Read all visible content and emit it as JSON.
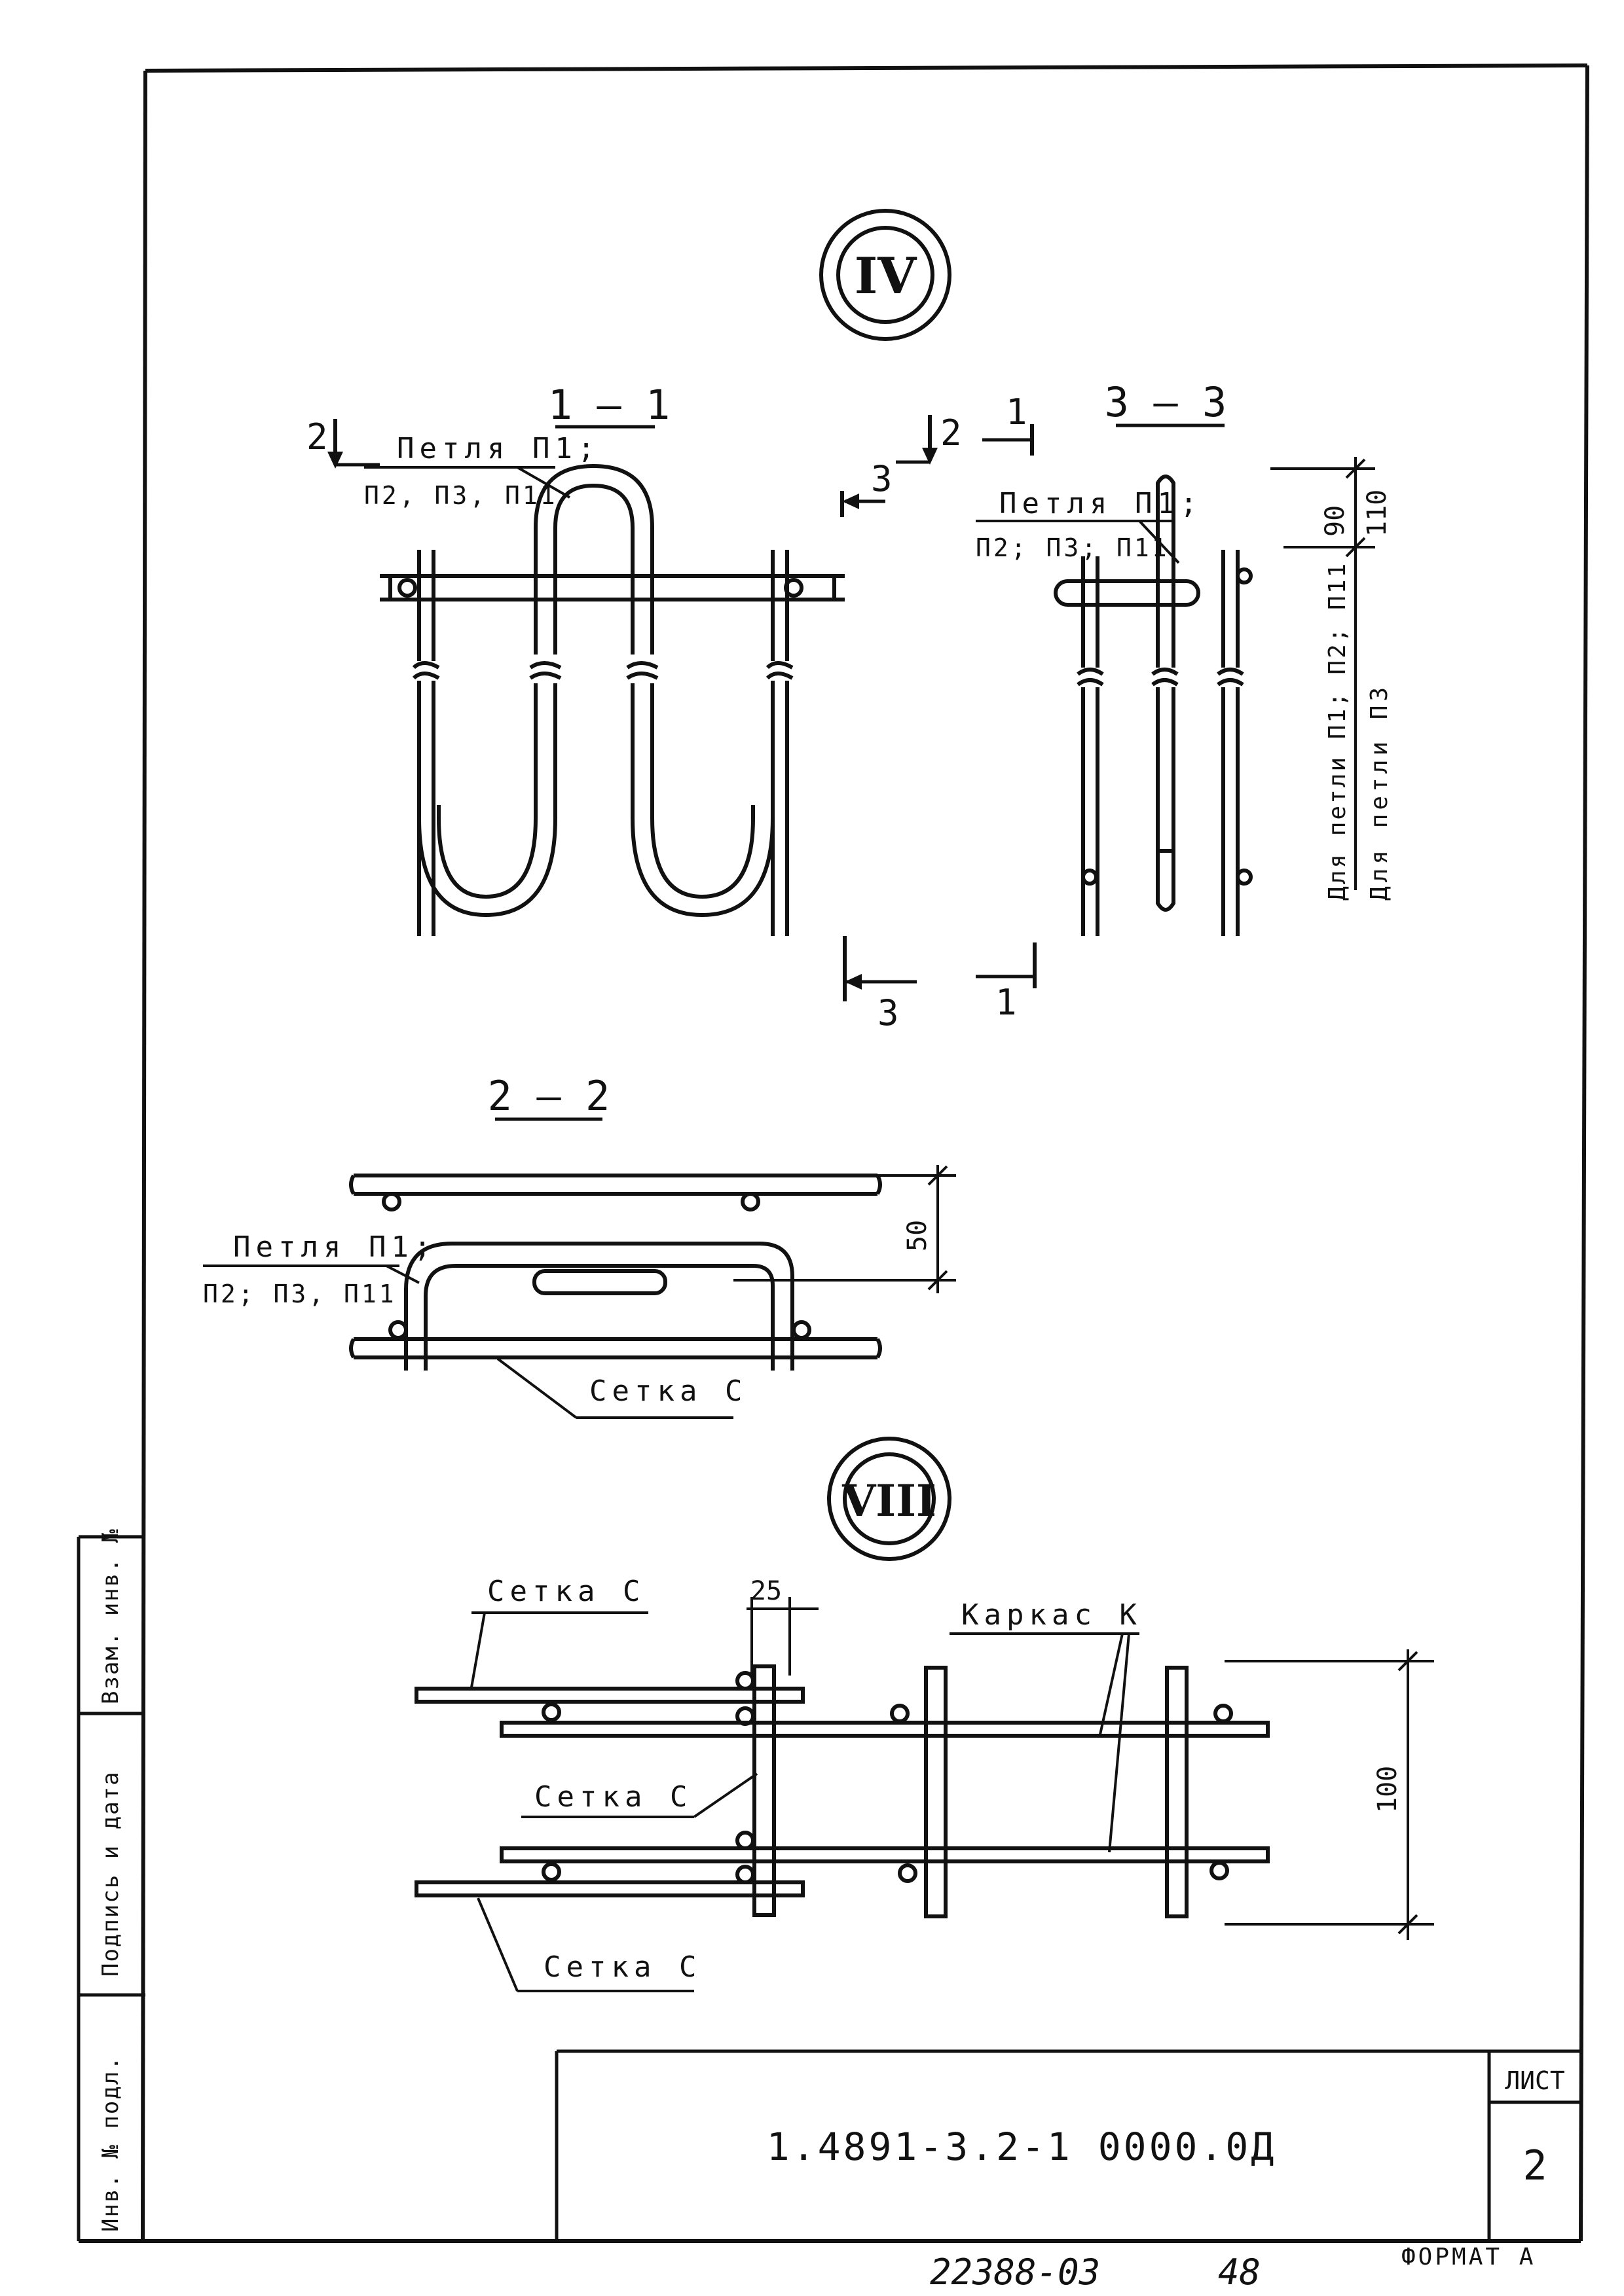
{
  "drawing": {
    "code": "1.4891-3.2-1 0000.0Д",
    "sheet_label": "ЛИСТ",
    "sheet_number": "2",
    "bottom_number": "22388-03",
    "bottom_page": "48",
    "format_label": "ФОРМАТ А"
  },
  "side_stamp": {
    "inv_no": "Инв. № подл.",
    "sign_date": "Подпись и дата",
    "vzam_inv": "Взам. инв. №"
  },
  "node_iv": {
    "mark": "IV",
    "section_1": "1 — 1",
    "section_3": "3 — 3",
    "loop_label_1": "Петля П1;",
    "loop_label_2": "П2, П3, П11",
    "loop_label_3": "Петля П1;",
    "loop_label_4": "П2; П3; П11",
    "cut_2a": "2",
    "cut_2b": "2",
    "cut_1a": "1",
    "cut_1b": "1",
    "cut_3a": "3",
    "cut_3b": "3",
    "dim_90": "90",
    "dim_110": "110",
    "note_a": "Для петли П1; П2; П11",
    "note_b": "Для петли П3"
  },
  "section_2_2": {
    "title": "2 — 2",
    "loop_label_1": "Петля П1;",
    "loop_label_2": "П2; П3, П11",
    "dim_50": "50",
    "mesh_label": "Сетка С"
  },
  "node_viii": {
    "mark": "VIII",
    "mesh_top": "Сетка С",
    "mesh_mid": "Сетка С",
    "mesh_bot": "Сетка С",
    "frame_label": "Каркас К",
    "dim_25": "25",
    "dim_100": "100"
  }
}
